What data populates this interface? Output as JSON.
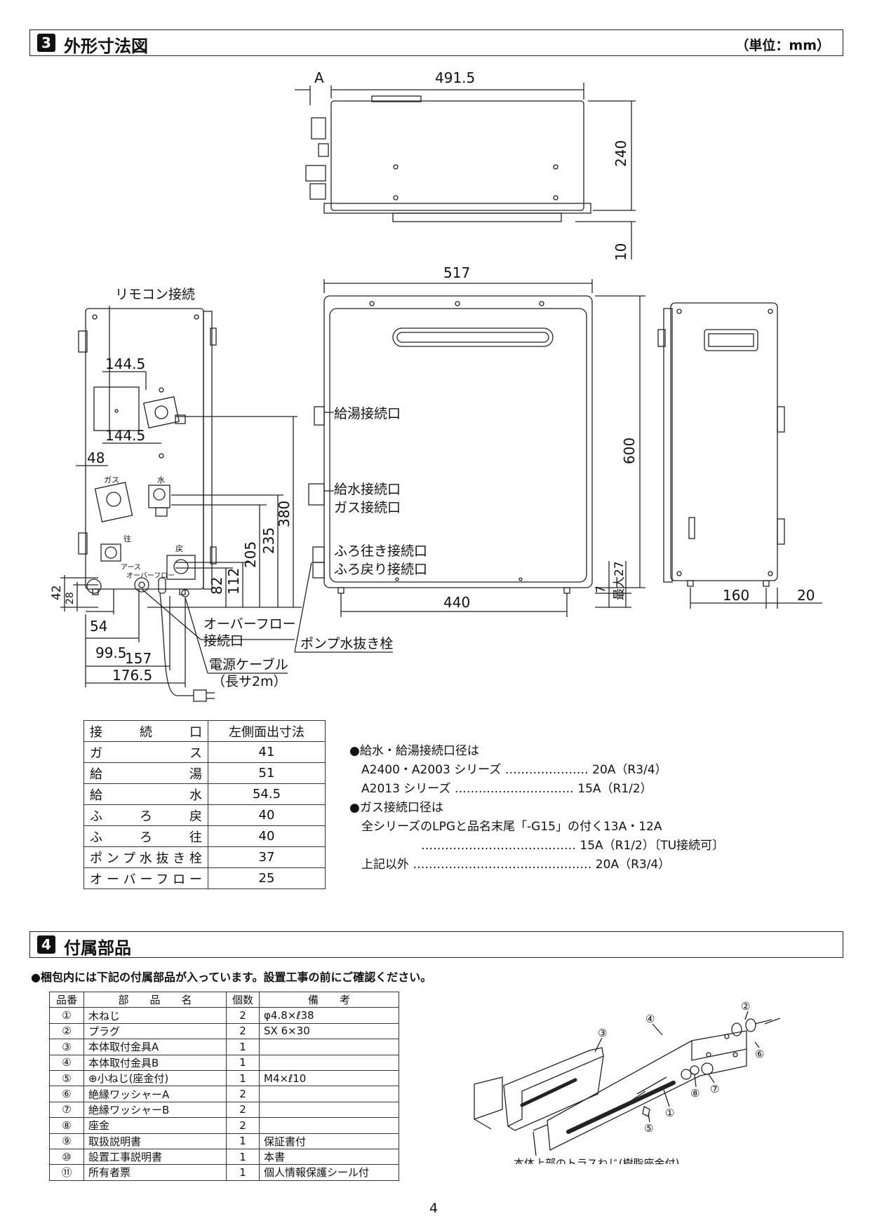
{
  "section3": {
    "number": "3",
    "title": "外形寸法図",
    "unit": "（単位：mm）"
  },
  "drawing": {
    "top_view": {
      "dim_a": "A",
      "width": "491.5",
      "height": "240",
      "foot": "10"
    },
    "front_view": {
      "width": "517",
      "height": "600",
      "bottom_width": "440",
      "max27": "最大27",
      "seven": "7",
      "labels": [
        "給湯接続口",
        "給水接続口",
        "ガス接続口",
        "ふろ往き接続口",
        "ふろ戻り接続口"
      ]
    },
    "left_view": {
      "remocon": "リモコン接続",
      "d144_5_a": "144.5",
      "d144_5_b": "144.5",
      "d48": "48",
      "d380": "380",
      "d235": "235",
      "d205": "205",
      "d112": "112",
      "d82": "82",
      "d42": "42",
      "d28": "28",
      "d54": "54",
      "d99_5": "99.5",
      "d157": "157",
      "d176_5": "176.5",
      "gas_mark": "ガス",
      "water_mark": "水",
      "go_mark": "往",
      "return_mark": "戻",
      "earth_mark": "アース",
      "overflow_mark": "オーバーフロー",
      "overflow_label_1": "オーバーフロー",
      "overflow_label_2": "接続口",
      "pump_label": "ポンプ水抜き栓",
      "cable_label_1": "電源ケーブル",
      "cable_label_2": "（長サ2m）"
    },
    "right_view": {
      "depth": "160",
      "gap": "20"
    }
  },
  "connection_table": {
    "header": [
      "接　続　口",
      "左側面出寸法"
    ],
    "rows": [
      [
        "ガ　　　ス",
        "41"
      ],
      [
        "給　　　湯",
        "51"
      ],
      [
        "給　　　水",
        "54.5"
      ],
      [
        "ふ　ろ　戻",
        "40"
      ],
      [
        "ふ　ろ　往",
        "40"
      ],
      [
        "ポンプ水抜き栓",
        "37"
      ],
      [
        "オーバーフロー",
        "25"
      ]
    ]
  },
  "notes": [
    "●給水・給湯接続口径は",
    "　A2400・A2003 シリーズ ………………… 20A（R3/4）",
    "　A2013 シリーズ ………………………… 15A（R1/2）",
    "●ガス接続口径は",
    "　全シリーズのLPGと品名末尾「-G15」の付く13A・12A",
    "　　　　　　………………………………… 15A（R1/2）〔TU接続可〕",
    "　上記以外 ……………………………………… 20A（R3/4）"
  ],
  "section4": {
    "number": "4",
    "title": "付属部品",
    "note": "●梱包内には下記の付属部品が入っています。設置工事の前にご確認ください。"
  },
  "parts_table": {
    "header": [
      "品番",
      "部　　品　　名",
      "個数",
      "備　　考"
    ],
    "rows": [
      [
        "①",
        "木ねじ",
        "2",
        "φ4.8×ℓ38"
      ],
      [
        "②",
        "プラグ",
        "2",
        "SX 6×30"
      ],
      [
        "③",
        "本体取付金具A",
        "1",
        ""
      ],
      [
        "④",
        "本体取付金具B",
        "1",
        ""
      ],
      [
        "⑤",
        "⊕小ねじ(座金付)",
        "1",
        "M4×ℓ10"
      ],
      [
        "⑥",
        "絶縁ワッシャーA",
        "2",
        ""
      ],
      [
        "⑦",
        "絶縁ワッシャーB",
        "2",
        ""
      ],
      [
        "⑧",
        "座金",
        "2",
        ""
      ],
      [
        "⑨",
        "取扱説明書",
        "1",
        "保証書付"
      ],
      [
        "⑩",
        "設置工事説明書",
        "1",
        "本書"
      ],
      [
        "⑪",
        "所有者票",
        "1",
        "個人情報保護シール付"
      ]
    ]
  },
  "bracket_drawing": {
    "callouts": [
      "③",
      "④",
      "②",
      "⑥",
      "⑧",
      "⑦",
      "①",
      "⑤"
    ],
    "caption": "本体上部のトラスねじ(樹脂座金付)"
  },
  "page_number": "4"
}
